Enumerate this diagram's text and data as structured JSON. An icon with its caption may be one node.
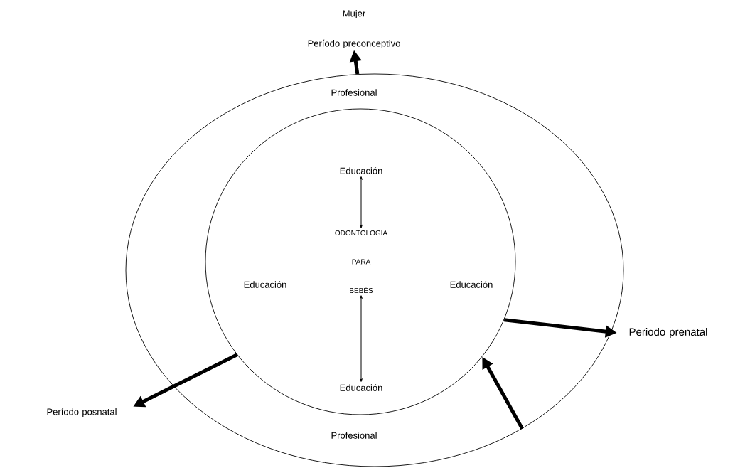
{
  "diagram": {
    "nodes": [
      {
        "text": [
          "Profesional",
          "Profesional"
        ]
      },
      {
        "text": [
          "Educación",
          "Educación"
        ],
        "in": 0
      },
      {
        "text": [
          "Educación"
        ],
        "in": 1
      },
      {
        "text": [
          "ODONTOLOGIA PARA BEBÈS"
        ],
        "in": 1
      },
      {
        "text": [
          "Educación"
        ],
        "in": 1
      },
      {
        "text": [
          "Período preconceptivo"
        ]
      },
      {
        "text": [
          "Periodo prenatal"
        ]
      },
      {
        "text": [
          "Período posnatal"
        ]
      }
    ],
    "edges": [
      {
        "from": 0,
        "to": 5,
        "arrow": "to"
      },
      {
        "from": 1,
        "to": 6,
        "arrow": "to"
      },
      {
        "from": 1,
        "to": 7,
        "arrow": "to"
      },
      {
        "from": 0,
        "to": 1,
        "arrow": "to"
      },
      {
        "from": 2,
        "to": 3,
        "arrow": "both"
      },
      {
        "from": 3,
        "to": 4,
        "arrow": "both"
      }
    ],
    "labels": [
      "Mujer"
    ]
  }
}
